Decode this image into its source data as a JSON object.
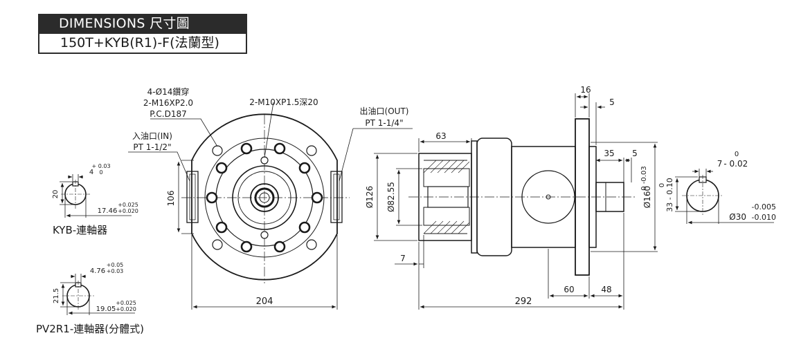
{
  "header": {
    "title": "DIMENSIONS 尺寸圖",
    "subtitle": "150T+KYB(R1)-F(法蘭型)"
  },
  "labels": {
    "bolt_holes": "4-Ø14鑽穿",
    "bolt_thread": "2-M16XP2.0",
    "pcd": "P.C.D187",
    "tapped_holes": "2-M10XP1.5深20",
    "inlet_name": "入油口(IN)",
    "inlet_size": "PT  1-1/2\"",
    "outlet_name": "出油口(OUT)",
    "outlet_size": "PT  1-1/4\"",
    "kyb_caption": "KYB-連軸器",
    "pv_caption": "PV2R1-連軸器(分體式)"
  },
  "dimensions": {
    "front_height": "106",
    "front_width": "204",
    "side_d126": "Ø126",
    "side_d82": "Ø82.55",
    "side_63": "63",
    "side_7": "7",
    "side_292": "292",
    "side_60": "60",
    "side_48": "48",
    "side_16": "16",
    "side_5_top": "5",
    "side_35": "35",
    "side_5": "5",
    "side_d160": "Ø160",
    "side_d160_tol": "0\n-0.03",
    "shaft_key_width": "7",
    "shaft_key_tol_top": "0",
    "shaft_key_tol_bot": "- 0.02",
    "shaft_height": "33",
    "shaft_height_tol": "0\n- 0.10",
    "shaft_diameter": "Ø30",
    "shaft_dia_tol_top": "-0.005",
    "shaft_dia_tol_bot": "-0.010",
    "kyb_height": "20",
    "kyb_key": "4",
    "kyb_key_tol_top": "+ 0.03",
    "kyb_key_tol_bot": "0",
    "kyb_bore": "17.46",
    "kyb_bore_tol_top": "+0.025",
    "kyb_bore_tol_bot": "+0.020",
    "pv_height": "21.5",
    "pv_key": "4.76",
    "pv_key_tol_top": "+0.05",
    "pv_key_tol_bot": "+0.03",
    "pv_bore": "19.05",
    "pv_bore_tol_top": "+0.025",
    "pv_bore_tol_bot": "+0.020"
  }
}
